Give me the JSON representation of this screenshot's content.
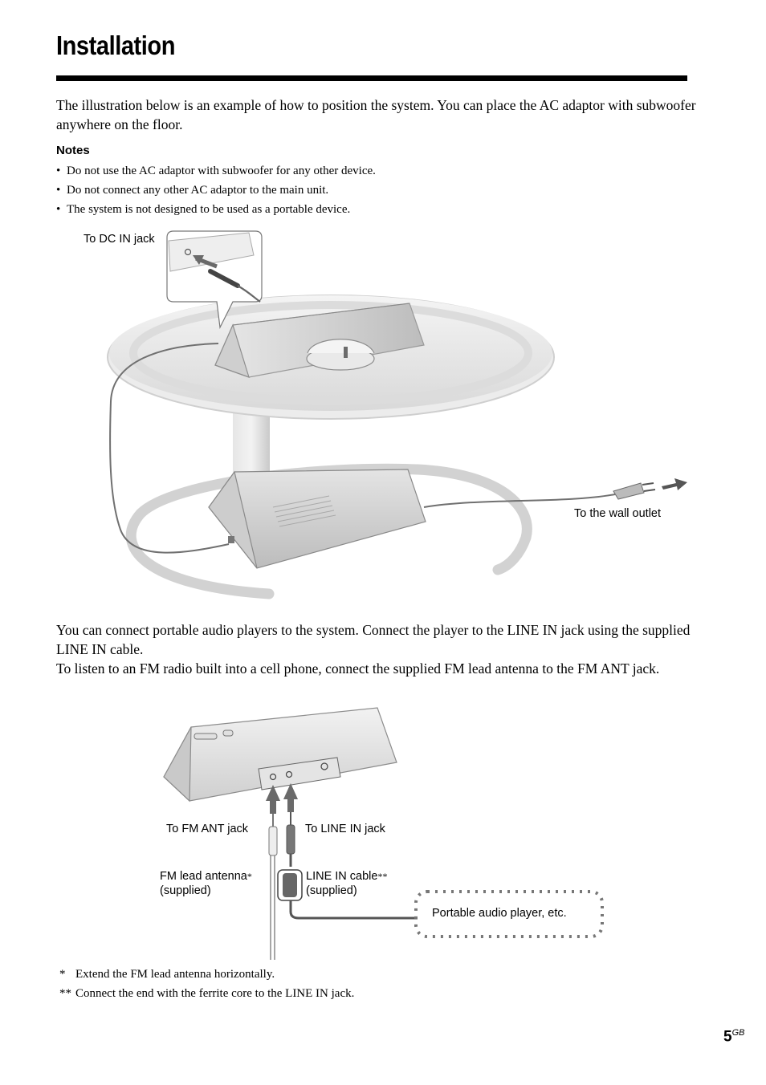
{
  "header": {
    "title": "Installation"
  },
  "intro": "The illustration below is an example of how to position the system. You can place the AC adaptor with subwoofer anywhere on the floor.",
  "notes": {
    "heading": "Notes",
    "items": [
      "Do not use the AC adaptor with subwoofer for any other device.",
      "Do not connect any other AC adaptor to the main unit.",
      "The system is not designed to be used as a portable device."
    ]
  },
  "figure1": {
    "label_dc_in": "To DC IN jack",
    "label_wall_outlet": "To the wall outlet"
  },
  "para2": [
    "You can connect portable audio players to the system. Connect the player to the LINE IN jack using the supplied LINE IN cable.",
    "To listen to an FM radio built into a cell phone, connect the supplied FM lead antenna to the FM ANT jack."
  ],
  "figure2": {
    "label_fm_ant": "To FM ANT jack",
    "label_line_in": "To LINE IN jack",
    "label_fm_lead": "FM lead antenna",
    "fm_lead_mark": "*",
    "label_supplied_1": "(supplied)",
    "label_line_cable": "LINE IN cable",
    "line_cable_mark": "**",
    "label_supplied_2": "(supplied)",
    "label_player": "Portable audio player, etc."
  },
  "footnotes": [
    {
      "mark": "*",
      "text": "Extend the FM lead antenna horizontally."
    },
    {
      "mark": "**",
      "text": "Connect the end with the ferrite core to the LINE IN jack."
    }
  ],
  "page": {
    "number": "5",
    "suffix": "GB"
  }
}
